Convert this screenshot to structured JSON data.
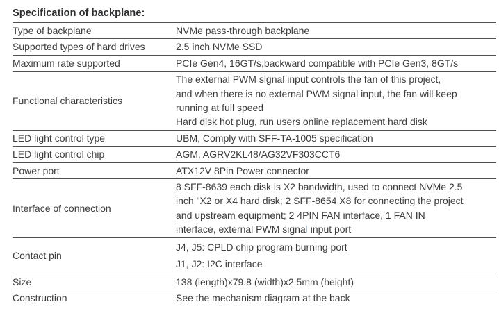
{
  "title": "Specification of backplane:",
  "colors": {
    "text": "#3c3d3f",
    "border": "#4e5154",
    "signal_letter_highlight": "#a9c0d2"
  },
  "table": {
    "rows": [
      {
        "label": "Type of backplane",
        "lines": [
          "NVMe pass-through backplane"
        ]
      },
      {
        "label": "Supported types of hard drives",
        "lines": [
          "2.5 inch NVMe SSD"
        ]
      },
      {
        "label": "Maximum rate supported",
        "lines": [
          "PCIe Gen4, 16GT/s,backward compatible with PCIe Gen3, 8GT/s"
        ]
      },
      {
        "label": "Functional characteristics",
        "lines": [
          "The external PWM signal input controls the fan of this project,",
          "and when there is no external PWM signal input, the fan will keep",
          "running at full speed",
          "Hard disk hot plug, run users online replacement hard disk"
        ]
      },
      {
        "label": "LED light control type",
        "lines": [
          "UBM, Comply with SFF-TA-1005 specification"
        ]
      },
      {
        "label": "LED light control chip",
        "lines": [
          "AGM, AGRV2KL48/AG32VF303CCT6"
        ]
      },
      {
        "label": "Power port",
        "lines": [
          "ATX12V 8Pin Power connector"
        ]
      },
      {
        "label": "Interface of connection",
        "lines": [
          "8 SFF-8639 each disk is X2 bandwidth, used to connect NVMe 2.5",
          "inch \"X2 or X4 hard disk; 2 SFF-8654 X8 for connecting the project",
          "and upstream equipment; 2 4PIN FAN interface, 1 FAN IN",
          [
            {
              "text": "interface, external PWM signa"
            },
            {
              "text": "l",
              "color": "#a9c0d2"
            },
            {
              "text": " input port"
            }
          ]
        ]
      },
      {
        "label": "Contact pin",
        "lines": [
          "J4, J5: CPLD chip program burning port",
          "J1, J2: I2C interface"
        ]
      },
      {
        "label": "Size",
        "lines": [
          "138 (length)x79.8 (width)x2.5mm (height)"
        ]
      },
      {
        "label": "Construction",
        "lines": [
          "See the mechanism diagram at the back"
        ]
      }
    ]
  }
}
